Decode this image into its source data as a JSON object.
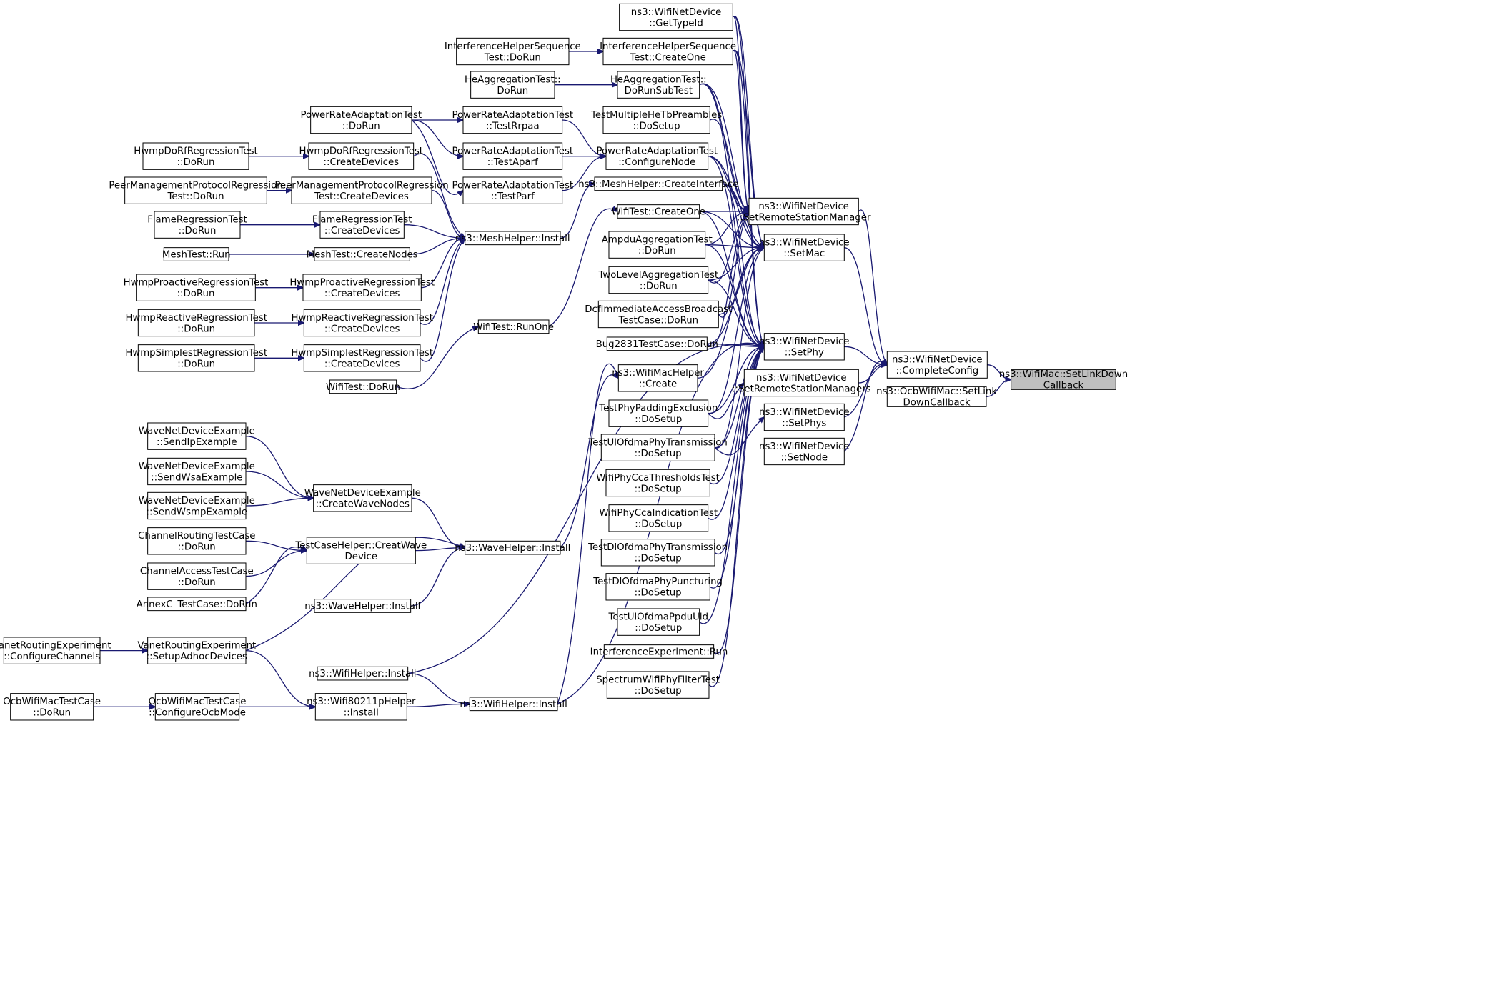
{
  "diagram": {
    "type": "call-graph",
    "edge_color": "#191970",
    "highlight_fill": "#bfbfbf",
    "nodes": [
      {
        "id": "n0",
        "lines": [
          "ns3::WifiNetDevice",
          "::GetTypeId"
        ]
      },
      {
        "id": "n1",
        "lines": [
          "InterferenceHelperSequence",
          "Test::DoRun"
        ]
      },
      {
        "id": "n2",
        "lines": [
          "InterferenceHelperSequence",
          "Test::CreateOne"
        ]
      },
      {
        "id": "n3",
        "lines": [
          "HeAggregationTest::",
          "DoRun"
        ]
      },
      {
        "id": "n4",
        "lines": [
          "HeAggregationTest::",
          "DoRunSubTest"
        ]
      },
      {
        "id": "n5",
        "lines": [
          "PowerRateAdaptationTest",
          "::DoRun"
        ]
      },
      {
        "id": "n6",
        "lines": [
          "PowerRateAdaptationTest",
          "::TestRrpaa"
        ]
      },
      {
        "id": "n7",
        "lines": [
          "TestMultipleHeTbPreambles",
          "::DoSetup"
        ]
      },
      {
        "id": "n8",
        "lines": [
          "HwmpDoRfRegressionTest",
          "::DoRun"
        ]
      },
      {
        "id": "n9",
        "lines": [
          "HwmpDoRfRegressionTest",
          "::CreateDevices"
        ]
      },
      {
        "id": "n10",
        "lines": [
          "PowerRateAdaptationTest",
          "::TestAparf"
        ]
      },
      {
        "id": "n11",
        "lines": [
          "PowerRateAdaptationTest",
          "::ConfigureNode"
        ]
      },
      {
        "id": "n12",
        "lines": [
          "PeerManagementProtocolRegression",
          "Test::DoRun"
        ]
      },
      {
        "id": "n13",
        "lines": [
          "PeerManagementProtocolRegression",
          "Test::CreateDevices"
        ]
      },
      {
        "id": "n14",
        "lines": [
          "PowerRateAdaptationTest",
          "::TestParf"
        ]
      },
      {
        "id": "n15",
        "lines": [
          "ns3::MeshHelper::CreateInterface"
        ]
      },
      {
        "id": "n16",
        "lines": [
          "ns3::WifiNetDevice",
          "::SetRemoteStationManager"
        ]
      },
      {
        "id": "n17",
        "lines": [
          "FlameRegressionTest",
          "::DoRun"
        ]
      },
      {
        "id": "n18",
        "lines": [
          "FlameRegressionTest",
          "::CreateDevices"
        ]
      },
      {
        "id": "n19",
        "lines": [
          "WifiTest::CreateOne"
        ]
      },
      {
        "id": "n20",
        "lines": [
          "ns3::MeshHelper::Install"
        ]
      },
      {
        "id": "n21",
        "lines": [
          "AmpduAggregationTest",
          "::DoRun"
        ]
      },
      {
        "id": "n22",
        "lines": [
          "ns3::WifiNetDevice",
          "::SetMac"
        ]
      },
      {
        "id": "n23",
        "lines": [
          "MeshTest::Run"
        ]
      },
      {
        "id": "n24",
        "lines": [
          "MeshTest::CreateNodes"
        ]
      },
      {
        "id": "n25",
        "lines": [
          "HwmpProactiveRegressionTest",
          "::DoRun"
        ]
      },
      {
        "id": "n26",
        "lines": [
          "HwmpProactiveRegressionTest",
          "::CreateDevices"
        ]
      },
      {
        "id": "n27",
        "lines": [
          "TwoLevelAggregationTest",
          "::DoRun"
        ]
      },
      {
        "id": "n28",
        "lines": [
          "DcfImmediateAccessBroadcast",
          "TestCase::DoRun"
        ]
      },
      {
        "id": "n29",
        "lines": [
          "HwmpReactiveRegressionTest",
          "::DoRun"
        ]
      },
      {
        "id": "n30",
        "lines": [
          "HwmpReactiveRegressionTest",
          "::CreateDevices"
        ]
      },
      {
        "id": "n31",
        "lines": [
          "WifiTest::RunOne"
        ]
      },
      {
        "id": "n32",
        "lines": [
          "Bug2831TestCase::DoRun"
        ]
      },
      {
        "id": "n33",
        "lines": [
          "ns3::WifiNetDevice",
          "::SetPhy"
        ]
      },
      {
        "id": "n34",
        "lines": [
          "HwmpSimplestRegressionTest",
          "::DoRun"
        ]
      },
      {
        "id": "n35",
        "lines": [
          "HwmpSimplestRegressionTest",
          "::CreateDevices"
        ]
      },
      {
        "id": "n36",
        "lines": [
          "ns3::WifiNetDevice",
          "::CompleteConfig"
        ]
      },
      {
        "id": "n37",
        "lines": [
          "ns3::WifiMac::SetLinkDown",
          "Callback"
        ],
        "highlight": true
      },
      {
        "id": "n38",
        "lines": [
          "ns3::WifiMacHelper",
          "::Create"
        ]
      },
      {
        "id": "n39",
        "lines": [
          "ns3::WifiNetDevice",
          "::SetRemoteStationManagers"
        ]
      },
      {
        "id": "n40",
        "lines": [
          "WifiTest::DoRun"
        ]
      },
      {
        "id": "n41",
        "lines": [
          "ns3::OcbWifiMac::SetLink",
          "DownCallback"
        ]
      },
      {
        "id": "n42",
        "lines": [
          "TestPhyPaddingExclusion",
          "::DoSetup"
        ]
      },
      {
        "id": "n43",
        "lines": [
          "ns3::WifiNetDevice",
          "::SetPhys"
        ]
      },
      {
        "id": "n44",
        "lines": [
          "WaveNetDeviceExample",
          "::SendIpExample"
        ]
      },
      {
        "id": "n45",
        "lines": [
          "TestUlOfdmaPhyTransmission",
          "::DoSetup"
        ]
      },
      {
        "id": "n46",
        "lines": [
          "ns3::WifiNetDevice",
          "::SetNode"
        ]
      },
      {
        "id": "n47",
        "lines": [
          "WaveNetDeviceExample",
          "::SendWsaExample"
        ]
      },
      {
        "id": "n48",
        "lines": [
          "WifiPhyCcaThresholdsTest",
          "::DoSetup"
        ]
      },
      {
        "id": "n49",
        "lines": [
          "WaveNetDeviceExample",
          "::CreateWaveNodes"
        ]
      },
      {
        "id": "n50",
        "lines": [
          "WaveNetDeviceExample",
          "::SendWsmpExample"
        ]
      },
      {
        "id": "n51",
        "lines": [
          "WifiPhyCcaIndicationTest",
          "::DoSetup"
        ]
      },
      {
        "id": "n52",
        "lines": [
          "ChannelRoutingTestCase",
          "::DoRun"
        ]
      },
      {
        "id": "n53",
        "lines": [
          "TestCaseHelper::CreatWave",
          "Device"
        ]
      },
      {
        "id": "n54",
        "lines": [
          "ns3::WaveHelper::Install"
        ]
      },
      {
        "id": "n55",
        "lines": [
          "TestDlOfdmaPhyTransmission",
          "::DoSetup"
        ]
      },
      {
        "id": "n56",
        "lines": [
          "ChannelAccessTestCase",
          "::DoRun"
        ]
      },
      {
        "id": "n57",
        "lines": [
          "TestDlOfdmaPhyPuncturing",
          "::DoSetup"
        ]
      },
      {
        "id": "n58",
        "lines": [
          "AnnexC_TestCase::DoRun"
        ]
      },
      {
        "id": "n59",
        "lines": [
          "ns3::WaveHelper::Install"
        ]
      },
      {
        "id": "n60",
        "lines": [
          "TestUlOfdmaPpduUid",
          "::DoSetup"
        ]
      },
      {
        "id": "n61",
        "lines": [
          "VanetRoutingExperiment",
          "::ConfigureChannels"
        ]
      },
      {
        "id": "n62",
        "lines": [
          "VanetRoutingExperiment",
          "::SetupAdhocDevices"
        ]
      },
      {
        "id": "n63",
        "lines": [
          "InterferenceExperiment::Run"
        ]
      },
      {
        "id": "n64",
        "lines": [
          "SpectrumWifiPhyFilterTest",
          "::DoSetup"
        ]
      },
      {
        "id": "n65",
        "lines": [
          "ns3::WifiHelper::Install"
        ]
      },
      {
        "id": "n66",
        "lines": [
          "OcbWifiMacTestCase",
          "::DoRun"
        ]
      },
      {
        "id": "n67",
        "lines": [
          "OcbWifiMacTestCase",
          "::ConfigureOcbMode"
        ]
      },
      {
        "id": "n68",
        "lines": [
          "ns3::Wifi80211pHelper",
          "::Install"
        ]
      },
      {
        "id": "n69",
        "lines": [
          "ns3::WifiHelper::Install"
        ]
      }
    ]
  }
}
